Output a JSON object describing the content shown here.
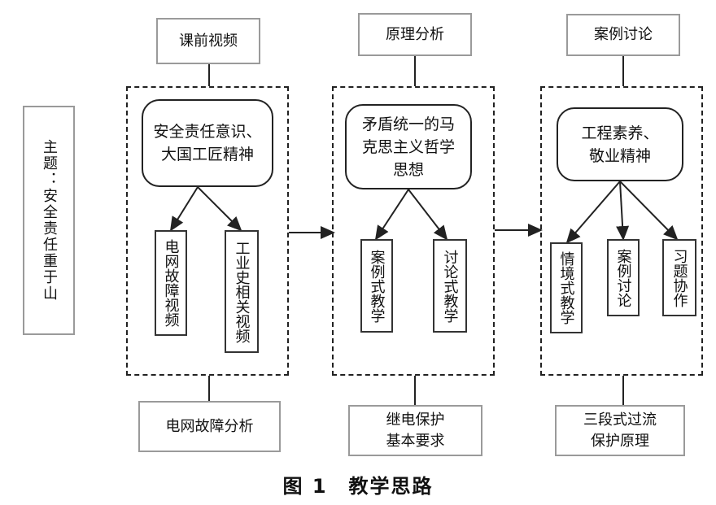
{
  "theme_box": "主题：安全责任重于山",
  "columns": [
    {
      "top_label": "课前视频",
      "center": "安全责任意识、\n大国工匠精神",
      "items": [
        "电网故障视频",
        "工业史相关视频"
      ],
      "bottom_label": "电网故障分析"
    },
    {
      "top_label": "原理分析",
      "center": "矛盾统一的马\n克思主义哲学\n思想",
      "items": [
        "案例式教学",
        "讨论式教学"
      ],
      "bottom_label": "继电保护\n基本要求"
    },
    {
      "top_label": "案例讨论",
      "center": "工程素养、\n敬业精神",
      "items": [
        "情境式教学",
        "案例讨论",
        "习题协作"
      ],
      "bottom_label": "三段式过流\n保护原理"
    }
  ],
  "caption": "图 1　教学思路"
}
